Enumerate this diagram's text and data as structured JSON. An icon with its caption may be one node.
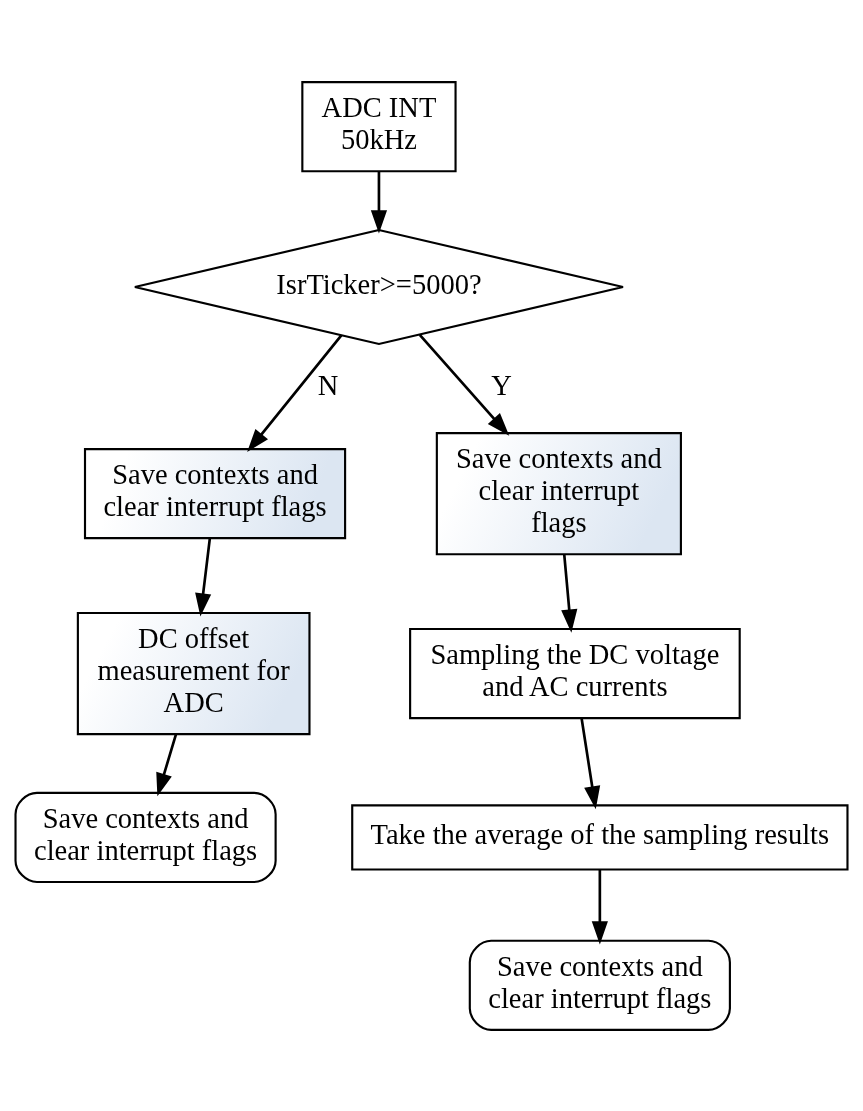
{
  "diagram": {
    "nodes": [
      {
        "text": [
          "ADC INT 50kHz"
        ]
      },
      {
        "text": [
          "IsrTicker>=5000?"
        ]
      },
      {
        "text": [
          "Save contexts and clear interrupt flags"
        ]
      },
      {
        "text": [
          "DC offset measurement for ADC"
        ]
      },
      {
        "text": [
          "Save contexts and clear interrupt flags"
        ]
      },
      {
        "text": [
          "Save contexts and clear interrupt flags"
        ]
      },
      {
        "text": [
          "Sampling the DC voltage and AC currents"
        ]
      },
      {
        "text": [
          "Take the average of the sampling results"
        ]
      },
      {
        "text": [
          "Save contexts and clear interrupt flags"
        ]
      }
    ],
    "edges": [
      {
        "from": 0,
        "to": 1,
        "arrow": "to"
      },
      {
        "from": 1,
        "to": 2,
        "arrow": "to",
        "label": "N"
      },
      {
        "from": 2,
        "to": 3,
        "arrow": "to"
      },
      {
        "from": 3,
        "to": 4,
        "arrow": "to"
      },
      {
        "from": 1,
        "to": 5,
        "arrow": "to",
        "label": "Y"
      },
      {
        "from": 5,
        "to": 6,
        "arrow": "to"
      },
      {
        "from": 6,
        "to": 7,
        "arrow": "to"
      },
      {
        "from": 7,
        "to": 8,
        "arrow": "to"
      }
    ]
  }
}
